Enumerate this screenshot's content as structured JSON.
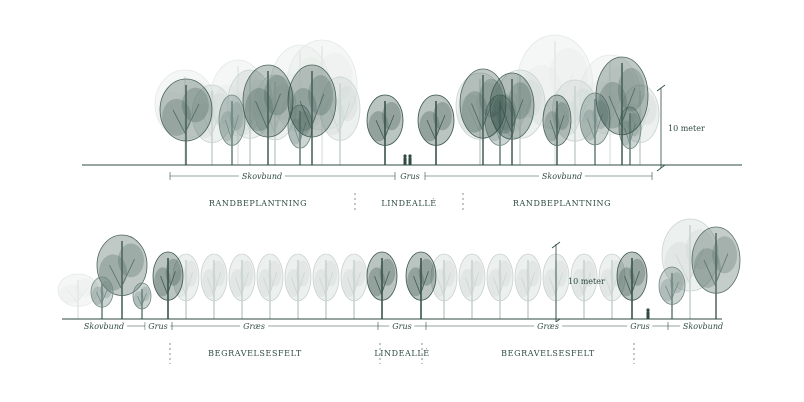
{
  "colors": {
    "dark": "#2f4b43",
    "medium": "#6f8780",
    "light": "#c9d3cf",
    "faint": "#e3e8e6"
  },
  "top_section": {
    "height_label": "10 meter",
    "ground_labels": [
      "Skovbund",
      "Grus",
      "Skovbund"
    ],
    "zones": [
      "RANDBEPLANTNING",
      "LINDEALLÉ",
      "RANDBEPLANTNING"
    ]
  },
  "bottom_section": {
    "height_label": "10 meter",
    "ground_labels": [
      "Skovbund",
      "Grus",
      "Græs",
      "Grus",
      "Græs",
      "Grus",
      "Skovbund"
    ],
    "zones": [
      "BEGRAVELSESFELT",
      "LINDEALLÉ",
      "BEGRAVELSESFELT"
    ]
  }
}
